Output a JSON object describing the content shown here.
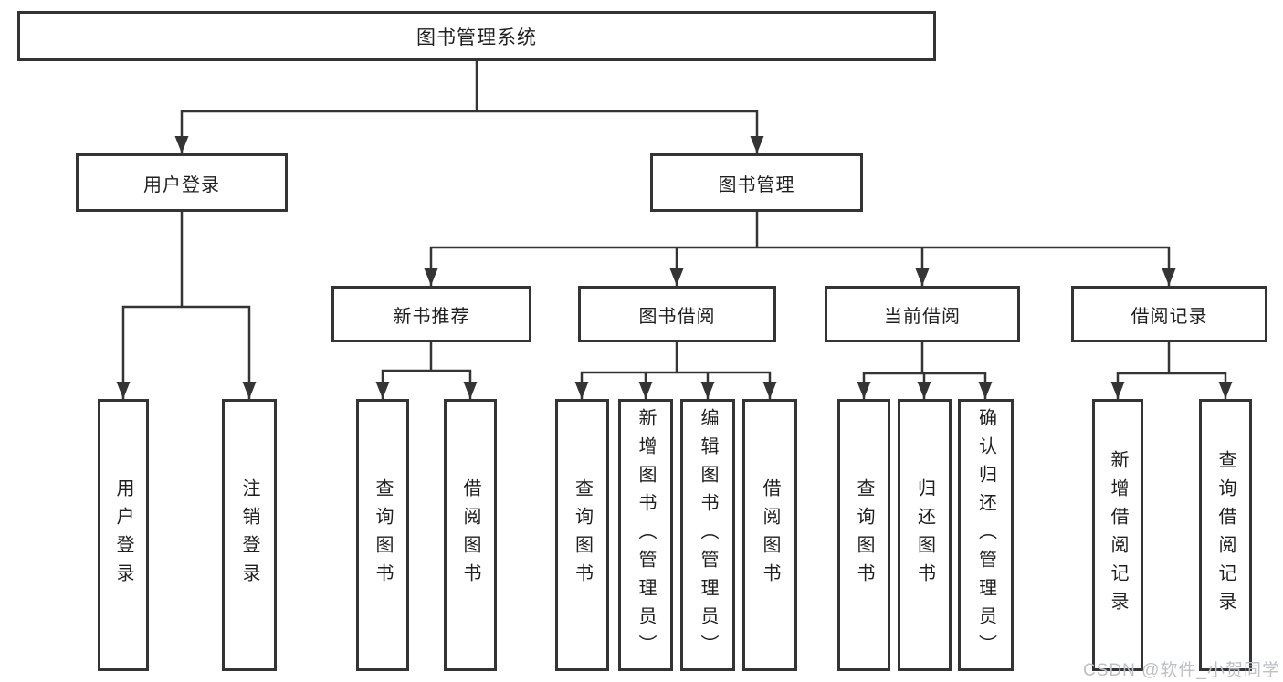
{
  "diagram": {
    "root": {
      "label": "图书管理系统"
    },
    "branches": [
      {
        "label": "用户登录",
        "leaves": [
          {
            "label": "用户登录"
          },
          {
            "label": "注销登录"
          }
        ]
      },
      {
        "label": "图书管理",
        "sections": [
          {
            "label": "新书推荐",
            "leaves": [
              {
                "label": "查询图书"
              },
              {
                "label": "借阅图书"
              }
            ]
          },
          {
            "label": "图书借阅",
            "leaves": [
              {
                "label": "查询图书"
              },
              {
                "label": "新增图书（管理员）"
              },
              {
                "label": "编辑图书（管理员）"
              },
              {
                "label": "借阅图书"
              }
            ]
          },
          {
            "label": "当前借阅",
            "leaves": [
              {
                "label": "查询图书"
              },
              {
                "label": "归还图书"
              },
              {
                "label": "确认归还（管理员）"
              }
            ]
          },
          {
            "label": "借阅记录",
            "leaves": [
              {
                "label": "新增借阅记录"
              },
              {
                "label": "查询借阅记录"
              }
            ]
          }
        ]
      }
    ]
  },
  "watermark": {
    "text": "CSDN @软件_小贺同学"
  },
  "colors": {
    "line": "#343434",
    "box_border": "#343434",
    "text": "#1f1f1f",
    "background": "#ffffff",
    "watermark": "#bdc1c5"
  }
}
